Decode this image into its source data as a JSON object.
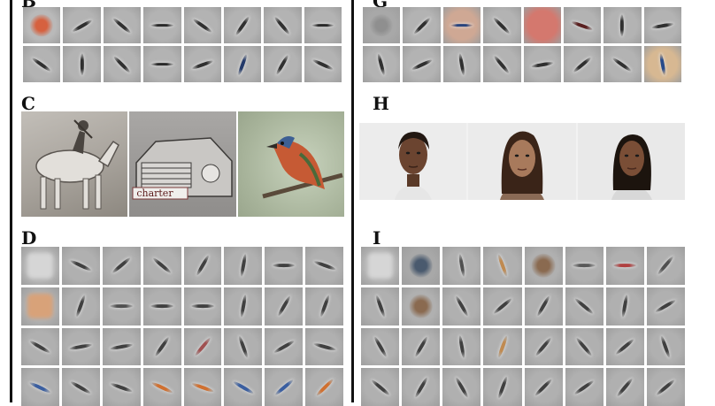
{
  "panel_labels": {
    "b": "B",
    "g": "G",
    "c": "C",
    "h": "H",
    "d": "D",
    "i": "I"
  },
  "panel_b": {
    "rows": 2,
    "cols": 8,
    "filters": [
      {
        "bg": "#b9b9b9",
        "color": "#d6613f",
        "angle": 0,
        "kind": "round"
      },
      {
        "bg": "#b3b3b3",
        "color": "#303030",
        "angle": -30,
        "kind": "bar"
      },
      {
        "bg": "#b3b3b3",
        "color": "#303030",
        "angle": 40,
        "kind": "bar"
      },
      {
        "bg": "#b3b3b3",
        "color": "#2a2a2a",
        "angle": 0,
        "kind": "bar"
      },
      {
        "bg": "#b3b3b3",
        "color": "#303030",
        "angle": 35,
        "kind": "bar"
      },
      {
        "bg": "#b3b3b3",
        "color": "#303030",
        "angle": -55,
        "kind": "bar"
      },
      {
        "bg": "#b3b3b3",
        "color": "#303030",
        "angle": 50,
        "kind": "bar"
      },
      {
        "bg": "#b3b3b3",
        "color": "#2a2a2a",
        "angle": 0,
        "kind": "bar"
      },
      {
        "bg": "#b3b3b3",
        "color": "#303030",
        "angle": 35,
        "kind": "bar"
      },
      {
        "bg": "#b3b3b3",
        "color": "#303030",
        "angle": 90,
        "kind": "bar"
      },
      {
        "bg": "#b3b3b3",
        "color": "#303030",
        "angle": 45,
        "kind": "bar"
      },
      {
        "bg": "#b3b3b3",
        "color": "#2a2a2a",
        "angle": 0,
        "kind": "bar"
      },
      {
        "bg": "#b3b3b3",
        "color": "#303030",
        "angle": -20,
        "kind": "bar"
      },
      {
        "bg": "#b3b3b3",
        "color": "#243a6a",
        "angle": -70,
        "kind": "bar"
      },
      {
        "bg": "#b3b3b3",
        "color": "#303030",
        "angle": -60,
        "kind": "bar"
      },
      {
        "bg": "#b3b3b3",
        "color": "#303030",
        "angle": 25,
        "kind": "bar"
      }
    ]
  },
  "panel_g": {
    "rows": 2,
    "cols": 8,
    "filters": [
      {
        "bg": "#a8a8a8",
        "color": "#8f8f8f",
        "angle": 0,
        "kind": "round"
      },
      {
        "bg": "#b3b3b3",
        "color": "#303030",
        "angle": -45,
        "kind": "bar"
      },
      {
        "bg": "#cfa894",
        "color": "#29457e",
        "angle": 0,
        "kind": "bar"
      },
      {
        "bg": "#b3b3b3",
        "color": "#303030",
        "angle": 45,
        "kind": "bar"
      },
      {
        "bg": "#d4786e",
        "color": "#d4786e",
        "angle": 0,
        "kind": "round"
      },
      {
        "bg": "#b3b3b3",
        "color": "#5a2020",
        "angle": 20,
        "kind": "bar"
      },
      {
        "bg": "#b3b3b3",
        "color": "#303030",
        "angle": 90,
        "kind": "bar"
      },
      {
        "bg": "#b3b3b3",
        "color": "#303030",
        "angle": -10,
        "kind": "bar"
      },
      {
        "bg": "#b3b3b3",
        "color": "#303030",
        "angle": 75,
        "kind": "bar"
      },
      {
        "bg": "#b3b3b3",
        "color": "#303030",
        "angle": -25,
        "kind": "bar"
      },
      {
        "bg": "#b3b3b3",
        "color": "#303030",
        "angle": 80,
        "kind": "bar"
      },
      {
        "bg": "#b3b3b3",
        "color": "#303030",
        "angle": 50,
        "kind": "bar"
      },
      {
        "bg": "#b3b3b3",
        "color": "#303030",
        "angle": -10,
        "kind": "bar"
      },
      {
        "bg": "#b3b3b3",
        "color": "#303030",
        "angle": -40,
        "kind": "bar"
      },
      {
        "bg": "#b3b3b3",
        "color": "#303030",
        "angle": 35,
        "kind": "bar"
      },
      {
        "bg": "#d7b892",
        "color": "#274a8a",
        "angle": 80,
        "kind": "bar"
      }
    ]
  },
  "panel_c": {
    "images": [
      {
        "name": "horse-rider-photo",
        "colors": [
          "#b4b0aa",
          "#7b7670",
          "#d8d4cf"
        ]
      },
      {
        "name": "car-photo",
        "colors": [
          "#9c9a99",
          "#6a6866",
          "#c9c7c4"
        ],
        "caption": "charter"
      },
      {
        "name": "bird-photo",
        "colors": [
          "#b9c3ad",
          "#c45a32",
          "#3c5b8c"
        ]
      }
    ]
  },
  "panel_h": {
    "images": [
      {
        "name": "face-photo-1"
      },
      {
        "name": "face-photo-2"
      },
      {
        "name": "face-photo-3"
      }
    ]
  },
  "panel_d": {
    "rows": 4,
    "cols": 8,
    "filters": [
      {
        "bg": "#b6b6b6",
        "color": "#dcdcdc",
        "angle": 0,
        "kind": "square"
      },
      {
        "bg": "#b0b0b0",
        "color": "#404040",
        "angle": 25,
        "kind": "bar"
      },
      {
        "bg": "#b0b0b0",
        "color": "#404040",
        "angle": -40,
        "kind": "bar"
      },
      {
        "bg": "#b0b0b0",
        "color": "#404040",
        "angle": 40,
        "kind": "bar"
      },
      {
        "bg": "#b0b0b0",
        "color": "#404040",
        "angle": -60,
        "kind": "bar"
      },
      {
        "bg": "#b0b0b0",
        "color": "#404040",
        "angle": -80,
        "kind": "bar"
      },
      {
        "bg": "#b0b0b0",
        "color": "#404040",
        "angle": 0,
        "kind": "bar"
      },
      {
        "bg": "#b0b0b0",
        "color": "#404040",
        "angle": 20,
        "kind": "bar"
      },
      {
        "bg": "#b0b0b0",
        "color": "#e0a070",
        "angle": 0,
        "kind": "square"
      },
      {
        "bg": "#b0b0b0",
        "color": "#404040",
        "angle": -70,
        "kind": "bar"
      },
      {
        "bg": "#b0b0b0",
        "color": "#505050",
        "angle": 0,
        "kind": "bar"
      },
      {
        "bg": "#b0b0b0",
        "color": "#404040",
        "angle": 0,
        "kind": "bar"
      },
      {
        "bg": "#b0b0b0",
        "color": "#404040",
        "angle": 0,
        "kind": "bar"
      },
      {
        "bg": "#b0b0b0",
        "color": "#404040",
        "angle": -80,
        "kind": "bar"
      },
      {
        "bg": "#b0b0b0",
        "color": "#404040",
        "angle": -60,
        "kind": "bar"
      },
      {
        "bg": "#b0b0b0",
        "color": "#404040",
        "angle": -70,
        "kind": "bar"
      },
      {
        "bg": "#b0b0b0",
        "color": "#404040",
        "angle": 30,
        "kind": "bar"
      },
      {
        "bg": "#b0b0b0",
        "color": "#404040",
        "angle": -10,
        "kind": "bar"
      },
      {
        "bg": "#b0b0b0",
        "color": "#404040",
        "angle": -10,
        "kind": "bar"
      },
      {
        "bg": "#b0b0b0",
        "color": "#404040",
        "angle": -55,
        "kind": "bar"
      },
      {
        "bg": "#b0b0b0",
        "color": "#a05050",
        "angle": -50,
        "kind": "bar"
      },
      {
        "bg": "#b0b0b0",
        "color": "#404040",
        "angle": 70,
        "kind": "bar"
      },
      {
        "bg": "#b0b0b0",
        "color": "#404040",
        "angle": -30,
        "kind": "bar"
      },
      {
        "bg": "#b0b0b0",
        "color": "#404040",
        "angle": 15,
        "kind": "bar"
      },
      {
        "bg": "#b0b0b0",
        "color": "#3a5ea0",
        "angle": 25,
        "kind": "bar"
      },
      {
        "bg": "#b0b0b0",
        "color": "#404040",
        "angle": 30,
        "kind": "bar"
      },
      {
        "bg": "#b0b0b0",
        "color": "#404040",
        "angle": 20,
        "kind": "bar"
      },
      {
        "bg": "#b0b0b0",
        "color": "#d07030",
        "angle": 25,
        "kind": "bar"
      },
      {
        "bg": "#b0b0b0",
        "color": "#d07030",
        "angle": 20,
        "kind": "bar"
      },
      {
        "bg": "#b0b0b0",
        "color": "#3a5ea0",
        "angle": 30,
        "kind": "bar"
      },
      {
        "bg": "#b0b0b0",
        "color": "#3a5ea0",
        "angle": -40,
        "kind": "bar"
      },
      {
        "bg": "#b0b0b0",
        "color": "#d07030",
        "angle": -45,
        "kind": "bar"
      }
    ]
  },
  "panel_i": {
    "rows": 4,
    "cols": 8,
    "filters": [
      {
        "bg": "#b6b6b6",
        "color": "#dcdcdc",
        "angle": 0,
        "kind": "square"
      },
      {
        "bg": "#a8a8a8",
        "color": "#4a5a6e",
        "angle": 0,
        "kind": "round"
      },
      {
        "bg": "#b0b0b0",
        "color": "#505050",
        "angle": 80,
        "kind": "bar"
      },
      {
        "bg": "#b0b0b0",
        "color": "#c08a50",
        "angle": 70,
        "kind": "bar"
      },
      {
        "bg": "#b0b0b0",
        "color": "#8a6a50",
        "angle": 0,
        "kind": "round"
      },
      {
        "bg": "#b0b0b0",
        "color": "#5a5a5a",
        "angle": 0,
        "kind": "bar"
      },
      {
        "bg": "#b0b0b0",
        "color": "#b04040",
        "angle": 0,
        "kind": "bar"
      },
      {
        "bg": "#b0b0b0",
        "color": "#505050",
        "angle": -50,
        "kind": "bar"
      },
      {
        "bg": "#b0b0b0",
        "color": "#404040",
        "angle": 70,
        "kind": "bar"
      },
      {
        "bg": "#b0b0b0",
        "color": "#8a6a50",
        "angle": 0,
        "kind": "round"
      },
      {
        "bg": "#b0b0b0",
        "color": "#404040",
        "angle": 60,
        "kind": "bar"
      },
      {
        "bg": "#b0b0b0",
        "color": "#404040",
        "angle": -40,
        "kind": "bar"
      },
      {
        "bg": "#b0b0b0",
        "color": "#404040",
        "angle": -60,
        "kind": "bar"
      },
      {
        "bg": "#b0b0b0",
        "color": "#404040",
        "angle": 40,
        "kind": "bar"
      },
      {
        "bg": "#b0b0b0",
        "color": "#404040",
        "angle": -80,
        "kind": "bar"
      },
      {
        "bg": "#b0b0b0",
        "color": "#404040",
        "angle": -30,
        "kind": "bar"
      },
      {
        "bg": "#b0b0b0",
        "color": "#404040",
        "angle": 60,
        "kind": "bar"
      },
      {
        "bg": "#b0b0b0",
        "color": "#404040",
        "angle": -60,
        "kind": "bar"
      },
      {
        "bg": "#b0b0b0",
        "color": "#404040",
        "angle": 80,
        "kind": "bar"
      },
      {
        "bg": "#b0b0b0",
        "color": "#c08a50",
        "angle": -70,
        "kind": "bar"
      },
      {
        "bg": "#b0b0b0",
        "color": "#404040",
        "angle": -50,
        "kind": "bar"
      },
      {
        "bg": "#b0b0b0",
        "color": "#404040",
        "angle": 50,
        "kind": "bar"
      },
      {
        "bg": "#b0b0b0",
        "color": "#404040",
        "angle": -40,
        "kind": "bar"
      },
      {
        "bg": "#b0b0b0",
        "color": "#404040",
        "angle": 70,
        "kind": "bar"
      },
      {
        "bg": "#b0b0b0",
        "color": "#404040",
        "angle": 40,
        "kind": "bar"
      },
      {
        "bg": "#b0b0b0",
        "color": "#404040",
        "angle": -60,
        "kind": "bar"
      },
      {
        "bg": "#b0b0b0",
        "color": "#404040",
        "angle": 60,
        "kind": "bar"
      },
      {
        "bg": "#b0b0b0",
        "color": "#404040",
        "angle": -70,
        "kind": "bar"
      },
      {
        "bg": "#b0b0b0",
        "color": "#404040",
        "angle": -45,
        "kind": "bar"
      },
      {
        "bg": "#b0b0b0",
        "color": "#404040",
        "angle": -35,
        "kind": "bar"
      },
      {
        "bg": "#b0b0b0",
        "color": "#404040",
        "angle": -50,
        "kind": "bar"
      },
      {
        "bg": "#b0b0b0",
        "color": "#404040",
        "angle": -40,
        "kind": "bar"
      }
    ]
  }
}
